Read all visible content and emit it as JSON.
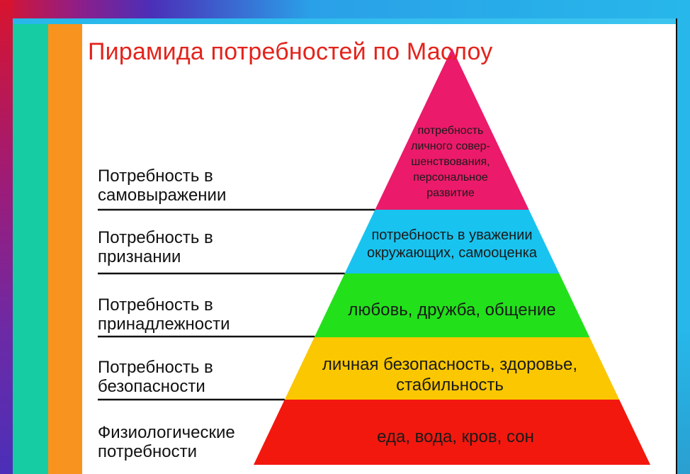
{
  "title": "Пирамида потребностей по  Маслоу",
  "levels": [
    {
      "name_lines": [
        "Потребность в",
        "самовыражении"
      ],
      "desc_lines": [
        "потребность",
        "личного совер-",
        "шенствования,",
        "персональное",
        "развитие"
      ],
      "color": "#ec1a6a"
    },
    {
      "name_lines": [
        "Потребность в",
        "признании"
      ],
      "desc_lines": [
        "потребность в уважении",
        "окружающих, самооценка"
      ],
      "color": "#19c3ef"
    },
    {
      "name_lines": [
        "Потребность в",
        "принадлежности"
      ],
      "desc_lines": [
        "любовь, дружба, общение"
      ],
      "color": "#22e11b"
    },
    {
      "name_lines": [
        "Потребность в",
        "безопасности"
      ],
      "desc_lines": [
        "личная безопасность, здоровье,",
        "стабильность"
      ],
      "color": "#fbc700"
    },
    {
      "name_lines": [
        "Физиологические",
        "потребности"
      ],
      "desc_lines": [
        "еда, вода, кров, сон"
      ],
      "color": "#f2180e"
    }
  ]
}
